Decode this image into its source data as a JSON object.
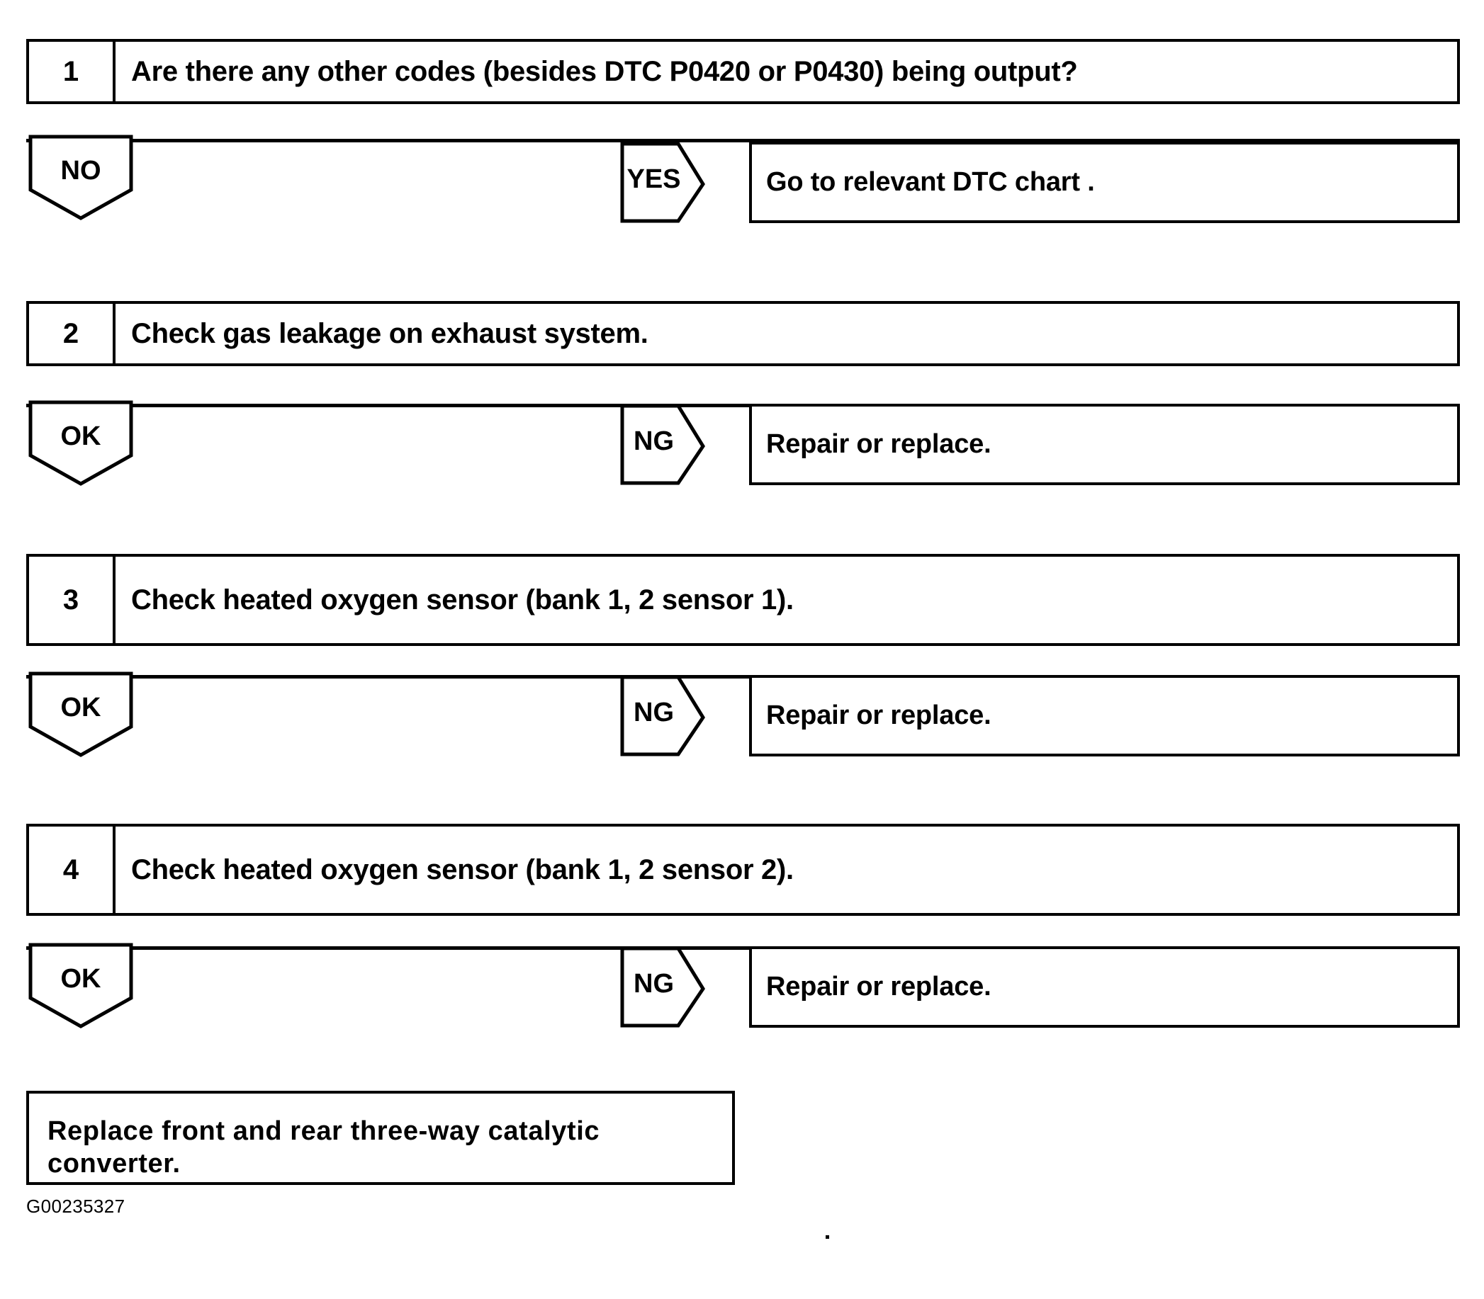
{
  "document": {
    "type": "diagnostic-troubleshooting-flowchart",
    "caption": "G00235327"
  },
  "steps": [
    {
      "number": "1",
      "text": "Are there any other codes (besides DTC P0420 or P0430) being output?"
    },
    {
      "number": "2",
      "text": "Check gas leakage on exhaust system."
    },
    {
      "number": "3",
      "text": "Check heated oxygen sensor (bank 1, 2 sensor 1)."
    },
    {
      "number": "4",
      "text": "Check heated oxygen sensor (bank 1, 2 sensor 2)."
    }
  ],
  "branches": [
    {
      "pass_label": "NO",
      "fail_label": "YES",
      "fail_result": "Go to relevant DTC chart ."
    },
    {
      "pass_label": "OK",
      "fail_label": "NG",
      "fail_result": "Repair or replace."
    },
    {
      "pass_label": "OK",
      "fail_label": "NG",
      "fail_result": "Repair or replace."
    },
    {
      "pass_label": "OK",
      "fail_label": "NG",
      "fail_result": "Repair or replace."
    }
  ],
  "terminal": {
    "line1": "Replace front and rear three-way catalytic",
    "line2": "converter."
  }
}
